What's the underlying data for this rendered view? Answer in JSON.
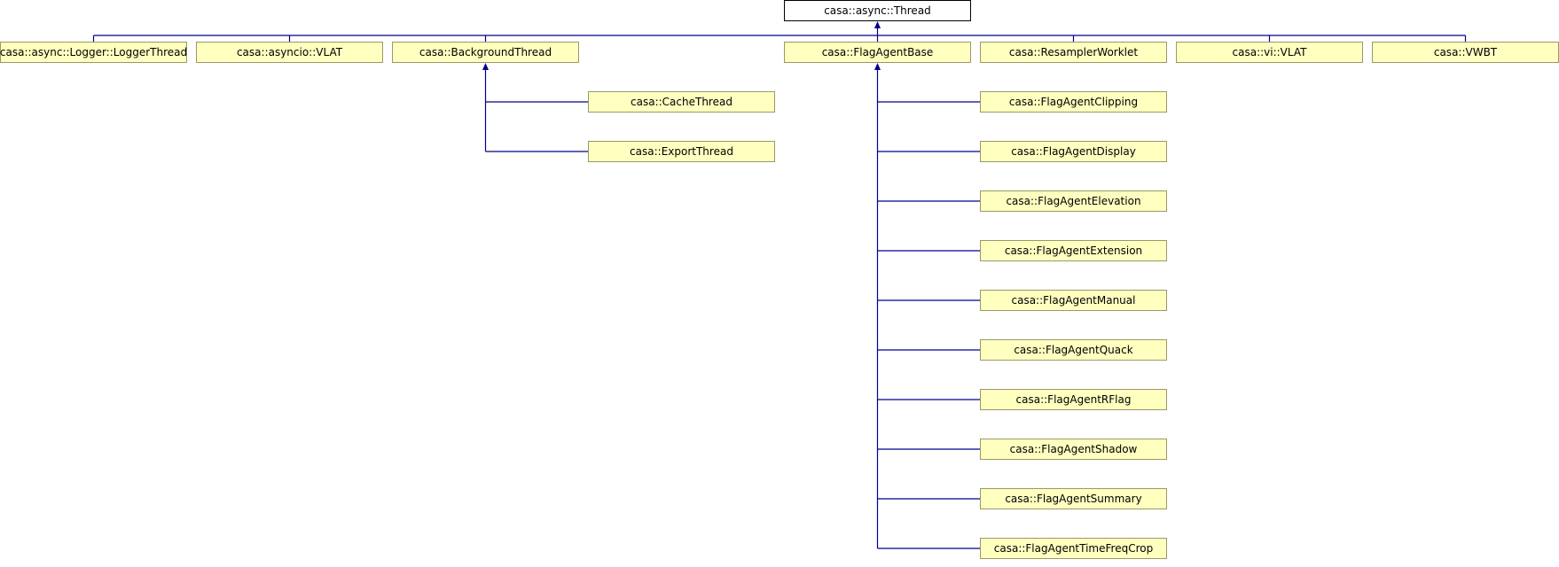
{
  "diagram": {
    "root": {
      "id": "thread",
      "label": "casa::async::Thread"
    },
    "children": [
      {
        "id": "loggerthread",
        "label": "casa::async::Logger::LoggerThread"
      },
      {
        "id": "asyncio-vlat",
        "label": "casa::asyncio::VLAT"
      },
      {
        "id": "backgroundthread",
        "label": "casa::BackgroundThread",
        "children": [
          {
            "id": "cachethread",
            "label": "casa::CacheThread"
          },
          {
            "id": "exportthread",
            "label": "casa::ExportThread"
          }
        ]
      },
      {
        "id": "flagagentbase",
        "label": "casa::FlagAgentBase",
        "children": [
          {
            "id": "flagagentclipping",
            "label": "casa::FlagAgentClipping"
          },
          {
            "id": "flagagentdisplay",
            "label": "casa::FlagAgentDisplay"
          },
          {
            "id": "flagagentelevation",
            "label": "casa::FlagAgentElevation"
          },
          {
            "id": "flagagentextension",
            "label": "casa::FlagAgentExtension"
          },
          {
            "id": "flagagentmanual",
            "label": "casa::FlagAgentManual"
          },
          {
            "id": "flagagentquack",
            "label": "casa::FlagAgentQuack"
          },
          {
            "id": "flagagentrflag",
            "label": "casa::FlagAgentRFlag"
          },
          {
            "id": "flagagentshadow",
            "label": "casa::FlagAgentShadow"
          },
          {
            "id": "flagagentsummary",
            "label": "casa::FlagAgentSummary"
          },
          {
            "id": "flagagenttimefreqcrop",
            "label": "casa::FlagAgentTimeFreqCrop"
          }
        ]
      },
      {
        "id": "resamplerworklet",
        "label": "casa::ResamplerWorklet"
      },
      {
        "id": "vi-vlat",
        "label": "casa::vi::VLAT"
      },
      {
        "id": "vwbt",
        "label": "casa::VWBT"
      }
    ]
  },
  "colors": {
    "edge": "#00008b",
    "root_fill": "#ffffff",
    "root_border": "#000000",
    "node_fill": "#ffffc0",
    "node_border": "#999966"
  }
}
